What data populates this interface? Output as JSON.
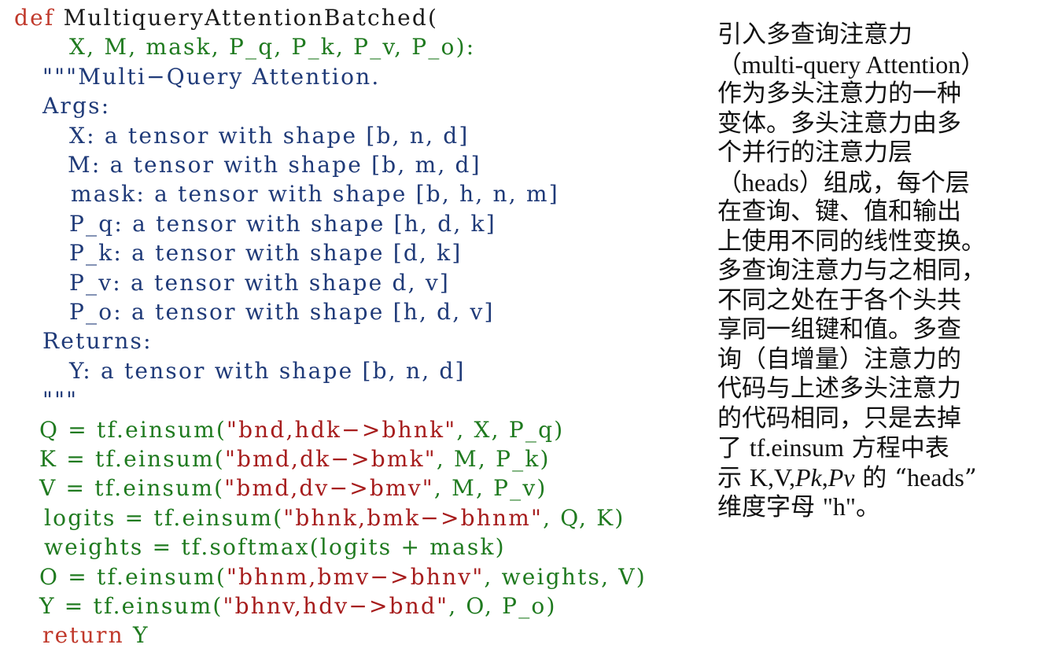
{
  "code_lines": [
    [
      {
        "t": "def ",
        "c": "kw"
      },
      {
        "t": "MultiqueryAttentionBatched(",
        "c": "plain"
      }
    ],
    [
      {
        "t": "X, M, mask, P_q, P_k, P_v, P_o):",
        "c": "grn"
      }
    ],
    [
      {
        "t": "\"\"\"Multi−Query Attention.",
        "c": "blu"
      }
    ],
    [
      {
        "t": "Args:",
        "c": "blu"
      }
    ],
    [
      {
        "t": "X: a tensor with shape [b, n, d]",
        "c": "blu"
      }
    ],
    [
      {
        "t": "M: a tensor with shape [b, m, d]",
        "c": "blu"
      }
    ],
    [
      {
        "t": "mask: a tensor with shape [b, h, n, m]",
        "c": "blu"
      }
    ],
    [
      {
        "t": "P_q: a tensor with shape [h, d, k]",
        "c": "blu"
      }
    ],
    [
      {
        "t": "P_k: a tensor with shape [d, k]",
        "c": "blu"
      }
    ],
    [
      {
        "t": "P_v: a tensor with shape d, v]",
        "c": "blu"
      }
    ],
    [
      {
        "t": "P_o: a tensor with shape [h, d, v]",
        "c": "blu"
      }
    ],
    [
      {
        "t": "Returns:",
        "c": "blu"
      }
    ],
    [
      {
        "t": "Y: a tensor with shape [b, n, d]",
        "c": "blu"
      }
    ],
    [
      {
        "t": "\"\"\"",
        "c": "blu"
      }
    ],
    [
      {
        "t": "Q = tf.einsum(",
        "c": "grn"
      },
      {
        "t": "\"bnd,hdk−>bhnk\"",
        "c": "str"
      },
      {
        "t": ", X, P_q)",
        "c": "grn"
      }
    ],
    [
      {
        "t": "K = tf.einsum(",
        "c": "grn"
      },
      {
        "t": "\"bmd,dk−>bmk\"",
        "c": "str"
      },
      {
        "t": ", M, P_k)",
        "c": "grn"
      }
    ],
    [
      {
        "t": "V = tf.einsum(",
        "c": "grn"
      },
      {
        "t": "\"bmd,dv−>bmv\"",
        "c": "str"
      },
      {
        "t": ", M, P_v)",
        "c": "grn"
      }
    ],
    [
      {
        "t": "logits = tf.einsum(",
        "c": "grn"
      },
      {
        "t": "\"bhnk,bmk−>bhnm\"",
        "c": "str"
      },
      {
        "t": ", Q, K)",
        "c": "grn"
      }
    ],
    [
      {
        "t": "weights = tf.softmax(logits + mask)",
        "c": "grn"
      }
    ],
    [
      {
        "t": "O = tf.einsum(",
        "c": "grn"
      },
      {
        "t": "\"bhnm,bmv−>bhnv\"",
        "c": "str"
      },
      {
        "t": ", weights, V)",
        "c": "grn"
      }
    ],
    [
      {
        "t": "Y = tf.einsum(",
        "c": "grn"
      },
      {
        "t": "\"bhnv,hdv−>bnd\"",
        "c": "str"
      },
      {
        "t": ", O, P_o)",
        "c": "grn"
      }
    ],
    [
      {
        "t": "return ",
        "c": "kw"
      },
      {
        "t": "Y",
        "c": "grn"
      }
    ]
  ],
  "note_lines": [
    [
      {
        "t": "引入多查询注意力"
      }
    ],
    [
      {
        "t": "（"
      },
      {
        "t": "multi-query Attention",
        "lat": true
      },
      {
        "t": "）"
      }
    ],
    [
      {
        "t": "作为多头注意力的一种"
      }
    ],
    [
      {
        "t": "变体。多头注意力由多"
      }
    ],
    [
      {
        "t": "个并行的注意力层"
      }
    ],
    [
      {
        "t": "（"
      },
      {
        "t": "heads",
        "lat": true
      },
      {
        "t": "）组成，每个层"
      }
    ],
    [
      {
        "t": "在查询、键、值和输出"
      }
    ],
    [
      {
        "t": "上使用不同的线性变换。"
      }
    ],
    [
      {
        "t": "多查询注意力与之相同，"
      }
    ],
    [
      {
        "t": "不同之处在于各个头共"
      }
    ],
    [
      {
        "t": "享同一组键和值。多查"
      }
    ],
    [
      {
        "t": "询（自增量）注意力的"
      }
    ],
    [
      {
        "t": "代码与上述多头注意力"
      }
    ],
    [
      {
        "t": "的代码相同，只是去掉"
      }
    ],
    [
      {
        "t": "了 "
      },
      {
        "t": "tf.einsum",
        "lat": true
      },
      {
        "t": " 方程中表"
      }
    ],
    [
      {
        "t": "示 "
      },
      {
        "t": "K,V,",
        "lat": true
      },
      {
        "t": "Pk",
        "lat": true,
        "it": true
      },
      {
        "t": ",",
        "lat": true
      },
      {
        "t": "Pv",
        "lat": true,
        "it": true
      },
      {
        "t": " 的 “"
      },
      {
        "t": "heads",
        "lat": true
      },
      {
        "t": "”"
      }
    ],
    [
      {
        "t": "维度字母 "
      },
      {
        "t": "\"h\"",
        "lat": true
      },
      {
        "t": "。"
      }
    ]
  ]
}
